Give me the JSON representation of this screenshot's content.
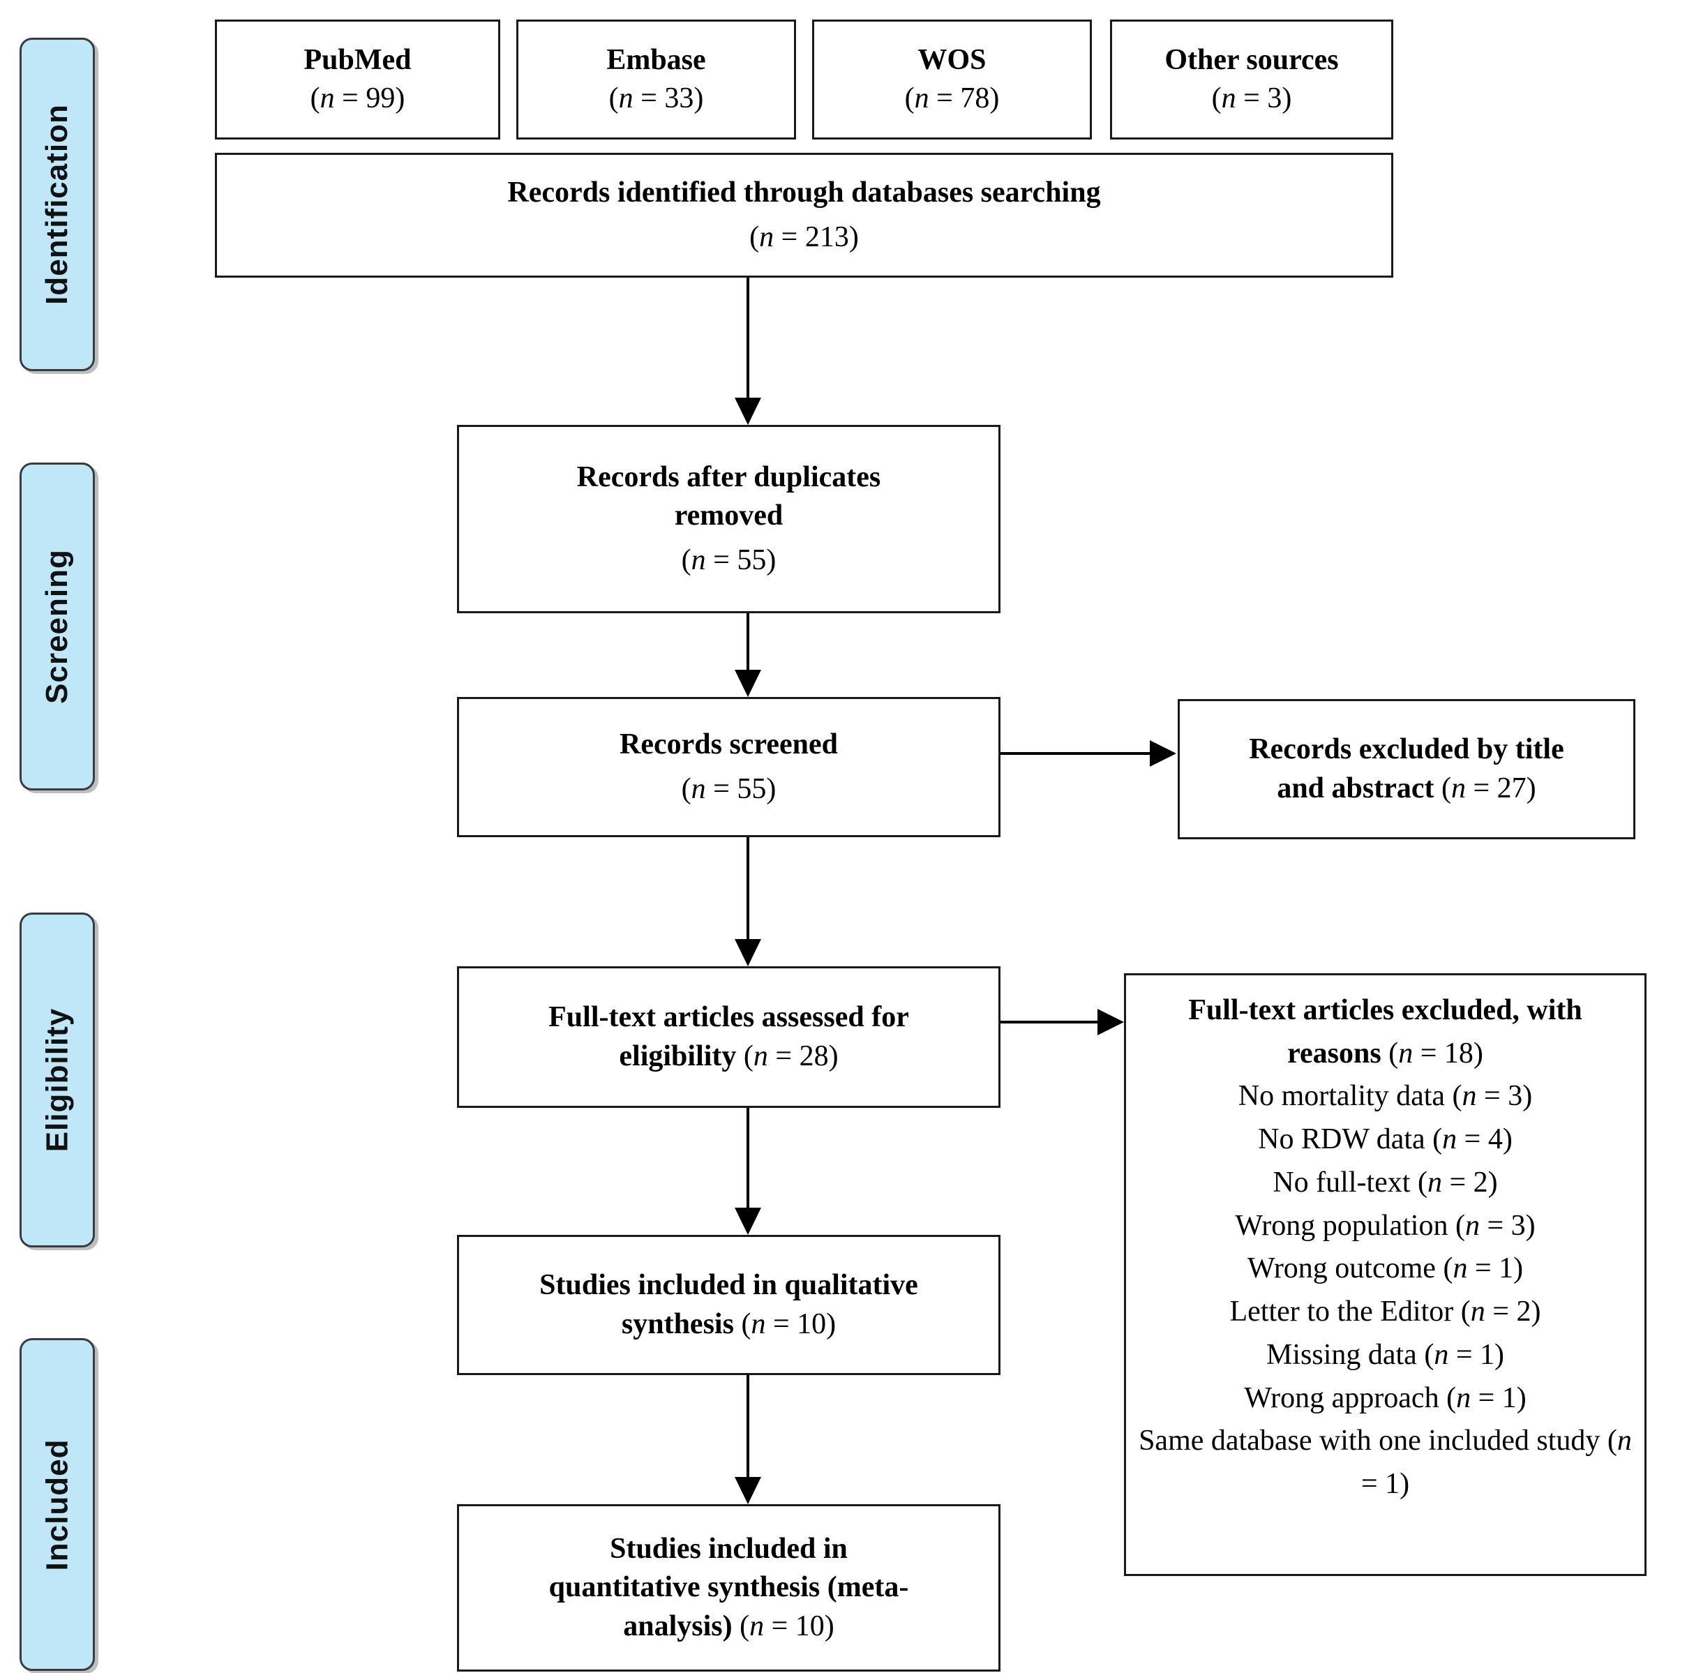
{
  "colors": {
    "stage_fill": "#c0e7f8",
    "box_border": "#1a1a1a"
  },
  "sidebar": {
    "items": [
      {
        "label": "Identification"
      },
      {
        "label": "Screening"
      },
      {
        "label": "Eligibility"
      },
      {
        "label": "Included"
      }
    ]
  },
  "sources": [
    {
      "name": "PubMed",
      "n": "99"
    },
    {
      "name": "Embase",
      "n": "33"
    },
    {
      "name": "WOS",
      "n": "78"
    },
    {
      "name": "Other sources",
      "n": "3"
    }
  ],
  "identified": {
    "label": "Records identified through databases searching",
    "n": "213"
  },
  "duplicates": {
    "label_line1": "Records after duplicates",
    "label_line2": "removed",
    "n": "55"
  },
  "screened": {
    "label": "Records screened",
    "n": "55"
  },
  "excluded_title": {
    "label_line1": "Records excluded by title",
    "label_line2": "and abstract",
    "n": "27"
  },
  "fulltext": {
    "label_line1": "Full-text articles assessed for",
    "label_line2": "eligibility",
    "n": "28"
  },
  "excluded_reasons": {
    "header_line1": "Full-text articles excluded, with",
    "header_line2": "reasons",
    "n": "18",
    "reasons": [
      {
        "label": "No mortality data",
        "n": "3"
      },
      {
        "label": "No RDW data",
        "n": "4"
      },
      {
        "label": "No full-text",
        "n": "2"
      },
      {
        "label": "Wrong population",
        "n": "3"
      },
      {
        "label": "Wrong outcome",
        "n": "1"
      },
      {
        "label": "Letter to the Editor",
        "n": "2"
      },
      {
        "label": "Missing data",
        "n": "1"
      },
      {
        "label": "Wrong approach",
        "n": "1"
      },
      {
        "label": "Same database with one included study",
        "n": "1"
      }
    ]
  },
  "qualitative": {
    "label_line1": "Studies included in qualitative",
    "label_line2": "synthesis",
    "n": "10"
  },
  "quantitative": {
    "label_line1": "Studies included in",
    "label_line2": "quantitative synthesis (meta-",
    "label_line3": "analysis)",
    "n": "10"
  }
}
